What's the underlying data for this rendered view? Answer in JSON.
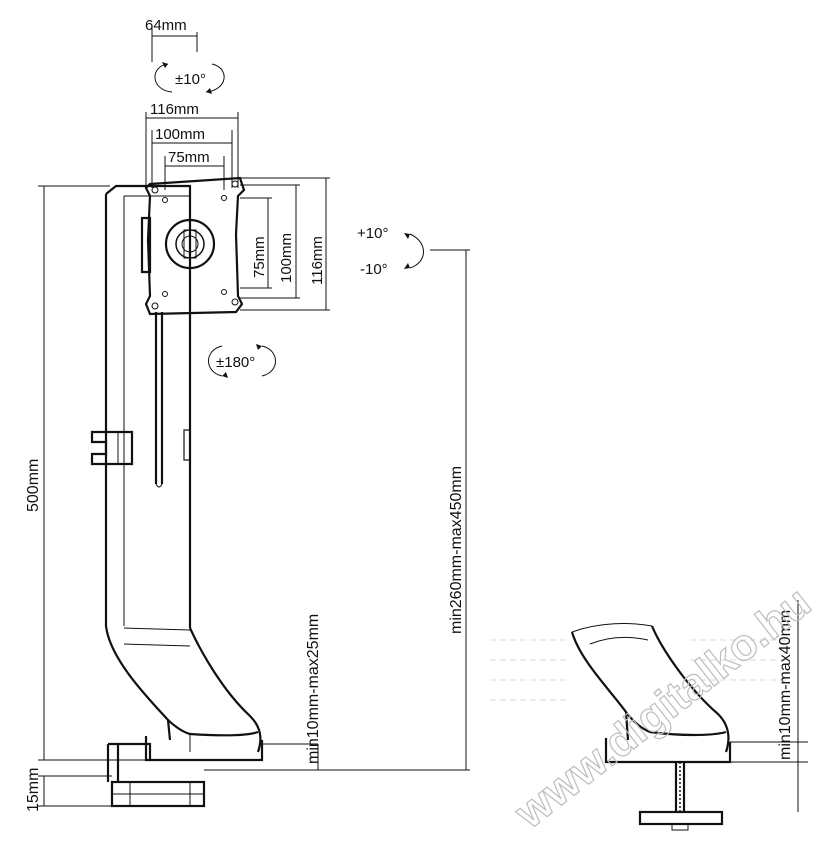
{
  "dimensions": {
    "rod_width": "64mm",
    "tilt_rotation_top": "±10°",
    "vesa_w_116": "116mm",
    "vesa_w_100": "100mm",
    "vesa_w_75": "75mm",
    "vesa_h_75": "75mm",
    "vesa_h_100": "100mm",
    "vesa_h_116": "116mm",
    "tilt_up": "+10°",
    "tilt_down": "-10°",
    "rotation": "±180°",
    "total_height": "500mm",
    "height_adjust": "min260mm-max450mm",
    "desk_thickness_clamp": "min10mm-max25mm",
    "desk_thickness_grommet": "min10mm-max40mm",
    "base_thickness": "15mm"
  },
  "watermark": "www.digitalko.hu",
  "colors": {
    "line": "#111111",
    "watermark": "#bdbdbd",
    "background": "#ffffff"
  }
}
